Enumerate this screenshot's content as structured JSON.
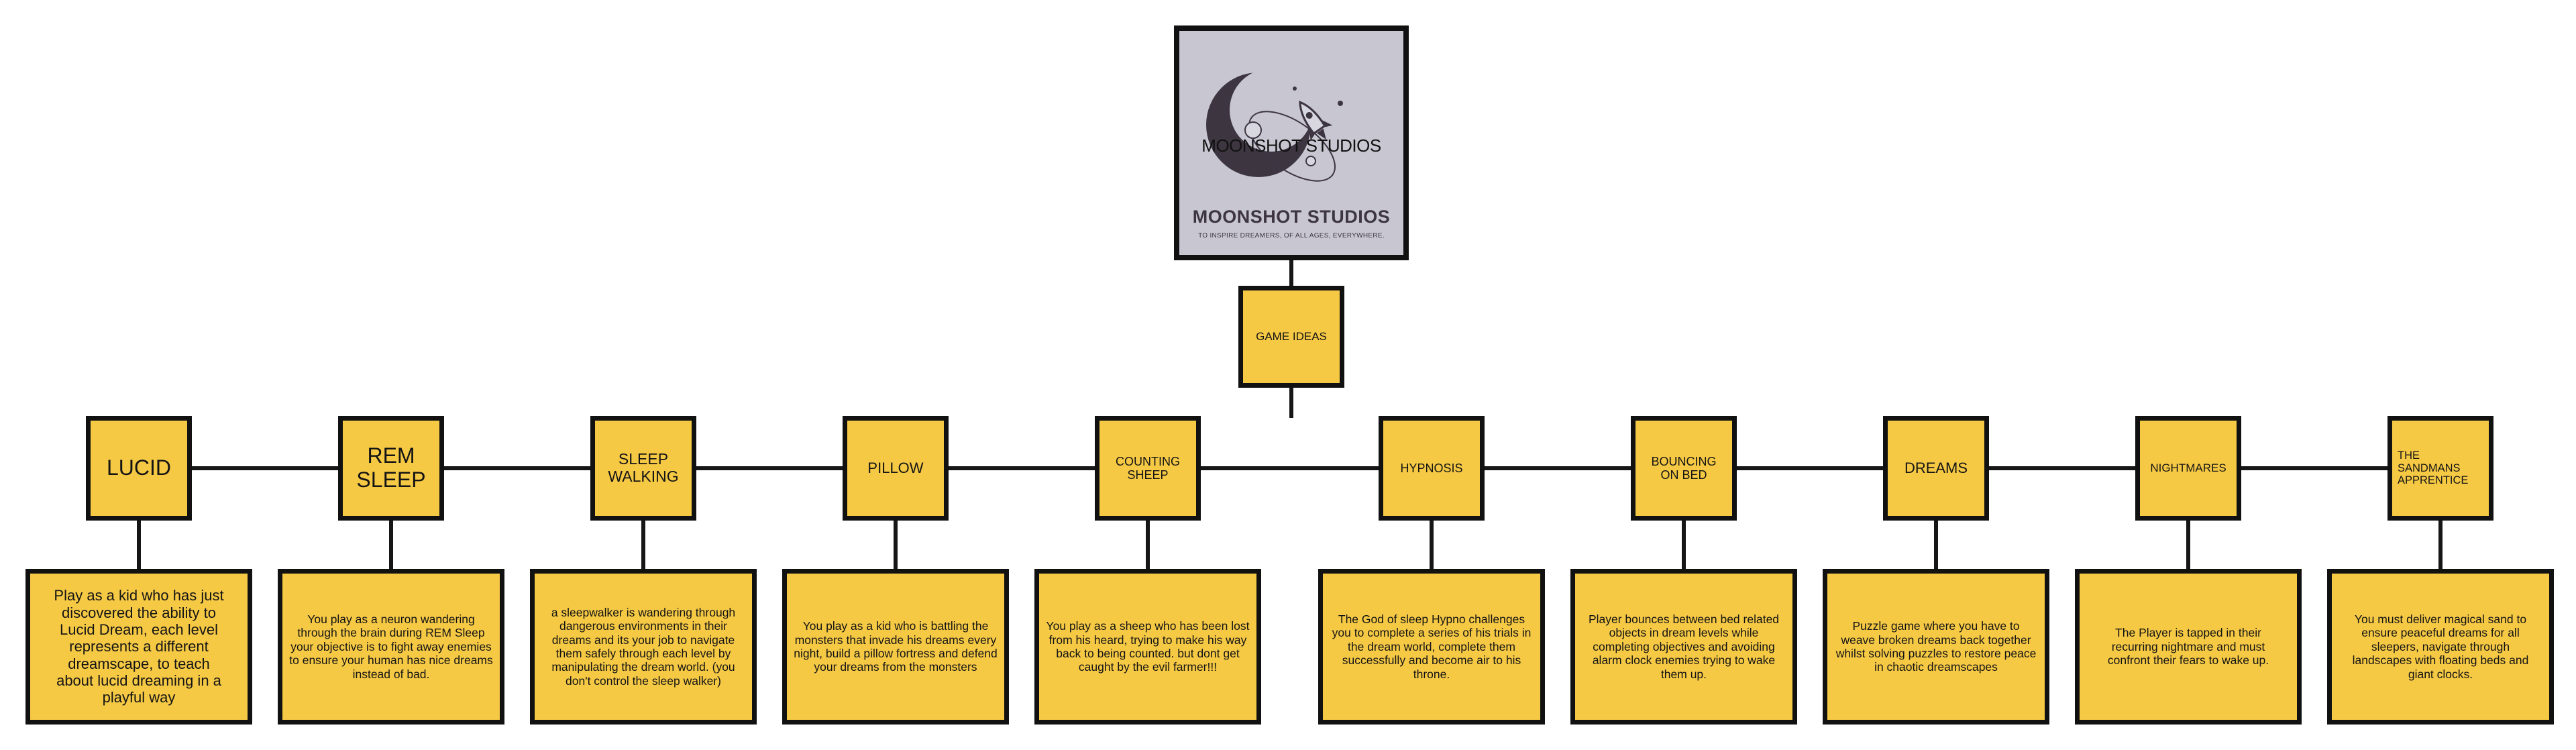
{
  "logo": {
    "overlay_text": "MOONSHOT STUDIOS",
    "brand_name": "MOONSHOT STUDIOS",
    "tagline": "TO INSPIRE DREAMERS, OF ALL AGES, EVERYWHERE.",
    "icon": "moon-rocket-logo-icon"
  },
  "hub": {
    "label": "GAME IDEAS"
  },
  "ideas": [
    {
      "title": "LUCID",
      "description": "Play as a kid who has just discovered the ability to Lucid Dream, each level represents a different dreamscape, to teach about lucid dreaming in a playful way"
    },
    {
      "title": "REM SLEEP",
      "description": "You play as a neuron wandering through the brain during REM Sleep your objective is to fight away enemies to ensure your human has nice dreams instead of bad."
    },
    {
      "title": "SLEEP WALKING",
      "description": "a sleepwalker is wandering through dangerous environments in their dreams and its your job to navigate them safely through each level by manipulating the dream world. (you don't control the sleep walker)"
    },
    {
      "title": "PILLOW",
      "description": "You play as a kid who is battling the monsters that invade his dreams every night, build a pillow fortress and defend your dreams from the monsters"
    },
    {
      "title": "COUNTING SHEEP",
      "description": "You play as a sheep who has been lost from his heard, trying to make his way back to being counted. but dont get caught by the evil farmer!!!"
    },
    {
      "title": "HYPNOSIS",
      "description": "The God of sleep Hypno challenges you to complete a series of his trials in the dream world, complete them successfully and become air to his throne."
    },
    {
      "title": "BOUNCING ON BED",
      "description": "Player bounces between bed related objects in dream levels while completing objectives and avoiding alarm clock enemies trying to wake them up."
    },
    {
      "title": "DREAMS",
      "description": "Puzzle game where you have to weave broken dreams back together whilst solving puzzles to restore peace in chaotic dreamscapes"
    },
    {
      "title": "NIGHTMARES",
      "description": "The Player is tapped in their recurring nightmare and must confront their fears to wake up."
    },
    {
      "title": "THE SANDMANS APPRENTICE",
      "description": "You must deliver magical sand to ensure peaceful dreams for all sleepers, navigate through landscapes with floating beds and giant clocks."
    }
  ],
  "colors": {
    "box_fill": "#f6c945",
    "box_border": "#111111",
    "logo_background": "#c7c6d1",
    "logo_dark": "#3d3540"
  }
}
